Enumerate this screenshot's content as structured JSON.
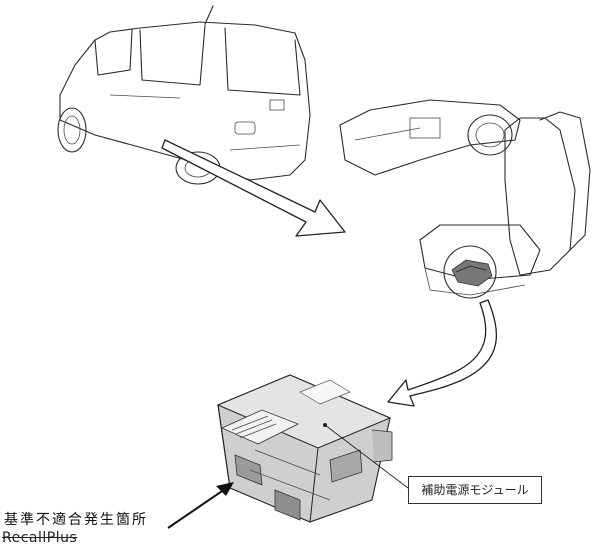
{
  "labels": {
    "module": "補助電源モジュール",
    "location": "基準不適合発生箇所",
    "watermark": "RecallPlus"
  },
  "icons": [
    "car-icon",
    "car-interior-icon",
    "module-icon"
  ]
}
